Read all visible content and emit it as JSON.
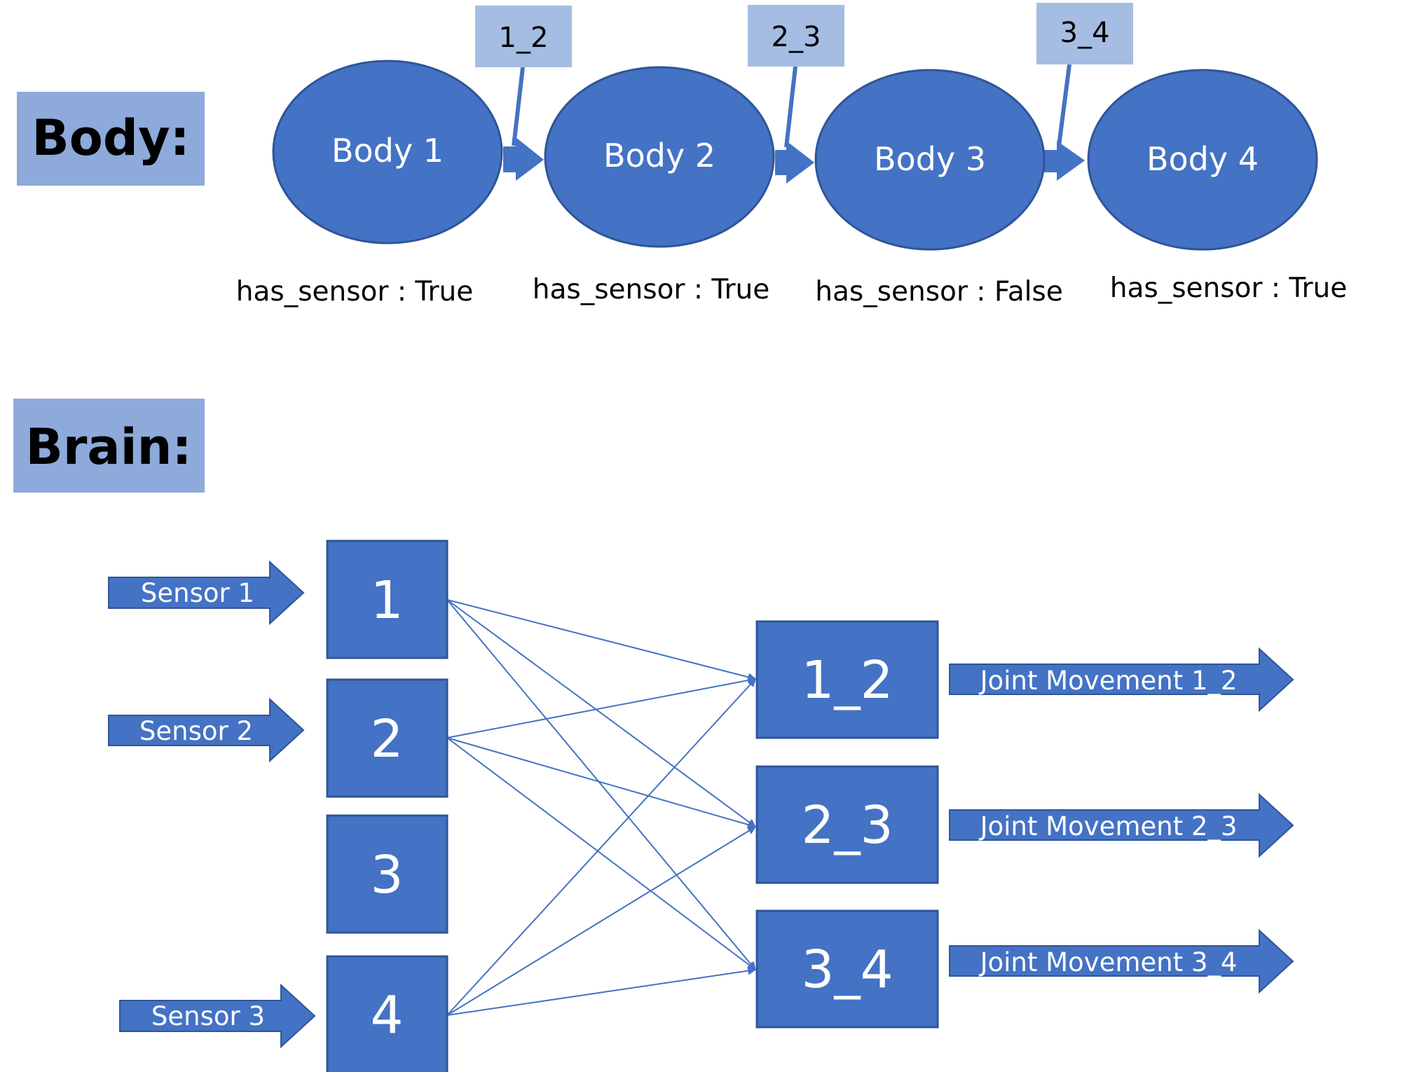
{
  "colors": {
    "node_fill": "#4472c4",
    "node_stroke": "#2f5597",
    "label_box": "#8eaadb",
    "tag_box": "#a5bde3",
    "edge": "#4472c4",
    "text_dark": "#000000",
    "text_light": "#ffffff"
  },
  "body_section": {
    "heading": "Body:",
    "bodies": [
      {
        "id": "b1",
        "label": "Body 1",
        "sensor_text": "has_sensor : True"
      },
      {
        "id": "b2",
        "label": "Body 2",
        "sensor_text": "has_sensor : True"
      },
      {
        "id": "b3",
        "label": "Body 3",
        "sensor_text": "has_sensor : False"
      },
      {
        "id": "b4",
        "label": "Body 4",
        "sensor_text": "has_sensor : True"
      }
    ],
    "joints": [
      {
        "label": "1_2",
        "from": "b1",
        "to": "b2"
      },
      {
        "label": "2_3",
        "from": "b2",
        "to": "b3"
      },
      {
        "label": "3_4",
        "from": "b3",
        "to": "b4"
      }
    ]
  },
  "brain_section": {
    "heading": "Brain:",
    "sensor_inputs": [
      {
        "label": "Sensor 1",
        "target": "n1"
      },
      {
        "label": "Sensor 2",
        "target": "n2"
      },
      {
        "label": "Sensor 3",
        "target": "n4"
      }
    ],
    "sensor_neurons": [
      {
        "id": "n1",
        "label": "1"
      },
      {
        "id": "n2",
        "label": "2"
      },
      {
        "id": "n3",
        "label": "3"
      },
      {
        "id": "n4",
        "label": "4"
      }
    ],
    "motor_neurons": [
      {
        "id": "m12",
        "label": "1_2"
      },
      {
        "id": "m23",
        "label": "2_3"
      },
      {
        "id": "m34",
        "label": "3_4"
      }
    ],
    "motor_outputs": [
      {
        "label": "Joint Movement 1_2",
        "source": "m12"
      },
      {
        "label": "Joint Movement 2_3",
        "source": "m23"
      },
      {
        "label": "Joint Movement 3_4",
        "source": "m34"
      }
    ],
    "connections": [
      {
        "from": "n1",
        "to": "m12"
      },
      {
        "from": "n1",
        "to": "m23"
      },
      {
        "from": "n1",
        "to": "m34"
      },
      {
        "from": "n2",
        "to": "m12"
      },
      {
        "from": "n2",
        "to": "m23"
      },
      {
        "from": "n2",
        "to": "m34"
      },
      {
        "from": "n4",
        "to": "m12"
      },
      {
        "from": "n4",
        "to": "m23"
      },
      {
        "from": "n4",
        "to": "m34"
      }
    ]
  }
}
